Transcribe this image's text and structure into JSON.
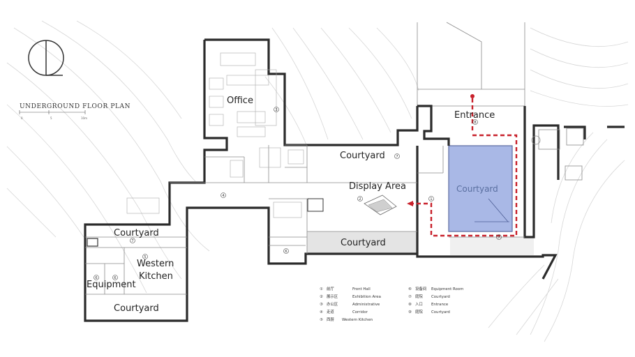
{
  "title": "UNDERGROUND FLOOR PLAN",
  "scale_labels": [
    "0",
    "5",
    "10m"
  ],
  "rooms": {
    "office": "Office",
    "entrance": "Entrance",
    "courtyard_top": "Courtyard",
    "display_area": "Display Area",
    "courtyard_blue": "Courtyard",
    "courtyard_mid": "Courtyard",
    "courtyard_left": "Courtyard",
    "western_kitchen_1": "Western",
    "western_kitchen_2": "Kitchen",
    "equipment": "Equipment",
    "courtyard_bottom": "Courtyard"
  },
  "plan_numbers": [
    "1",
    "2",
    "3",
    "4",
    "5",
    "6",
    "7",
    "8"
  ],
  "legend": [
    {
      "num": "①",
      "cn": "前厅",
      "en": "Front Hall"
    },
    {
      "num": "②",
      "cn": "展示区",
      "en": "Exhibition Area"
    },
    {
      "num": "③",
      "cn": "办公区",
      "en": "Administrative"
    },
    {
      "num": "④",
      "cn": "走道",
      "en": "Corridor"
    },
    {
      "num": "⑤",
      "cn": "西厨",
      "en": "Western Kitchen"
    },
    {
      "num": "⑥",
      "cn": "设备间",
      "en": "Equipment Room"
    },
    {
      "num": "⑦",
      "cn": "庭院",
      "en": "Courtyard"
    },
    {
      "num": "⑧",
      "cn": "入口",
      "en": "Entrance"
    },
    {
      "num": "⑨",
      "cn": "庭院",
      "en": "Courtyard"
    }
  ],
  "colors": {
    "wall": "#2b2b2b",
    "courtyard_fill": "#a9b8e6",
    "route": "#c8202a",
    "contour": "#d6d6d6"
  }
}
